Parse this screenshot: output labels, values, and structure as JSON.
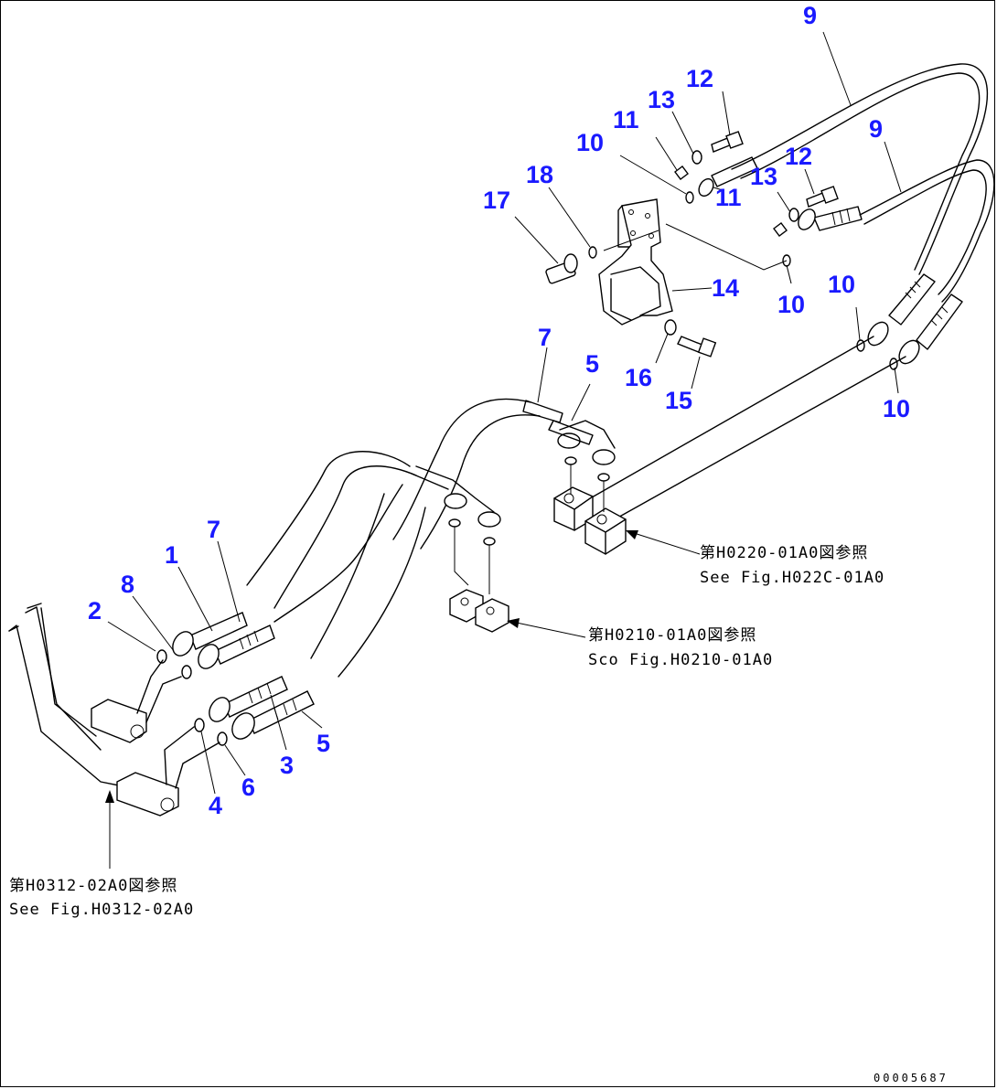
{
  "callouts": {
    "c1": "1",
    "c2": "2",
    "c3": "3",
    "c4": "4",
    "c5a": "5",
    "c5b": "5",
    "c6": "6",
    "c7a": "7",
    "c7b": "7",
    "c8": "8",
    "c9a": "9",
    "c9b": "9",
    "c10a": "10",
    "c10b": "10",
    "c10c": "10",
    "c10d": "10",
    "c11a": "11",
    "c11b": "11",
    "c12a": "12",
    "c12b": "12",
    "c13a": "13",
    "c13b": "13",
    "c14": "14",
    "c15": "15",
    "c16": "16",
    "c17": "17",
    "c18": "18"
  },
  "references": {
    "h0220_jp": "第H0220-01A0図参照",
    "h0220_en": "See Fig.H022C-01A0",
    "h0210_jp": "第H0210-01A0図参照",
    "h0210_en": "Sco Fig.H0210-01A0",
    "h0312_jp": "第H0312-02A0図参照",
    "h0312_en": "See Fig.H0312-02A0"
  },
  "doc_id": "00005687",
  "colors": {
    "callout": "#1a1aff",
    "line": "#000000",
    "background": "#ffffff"
  }
}
